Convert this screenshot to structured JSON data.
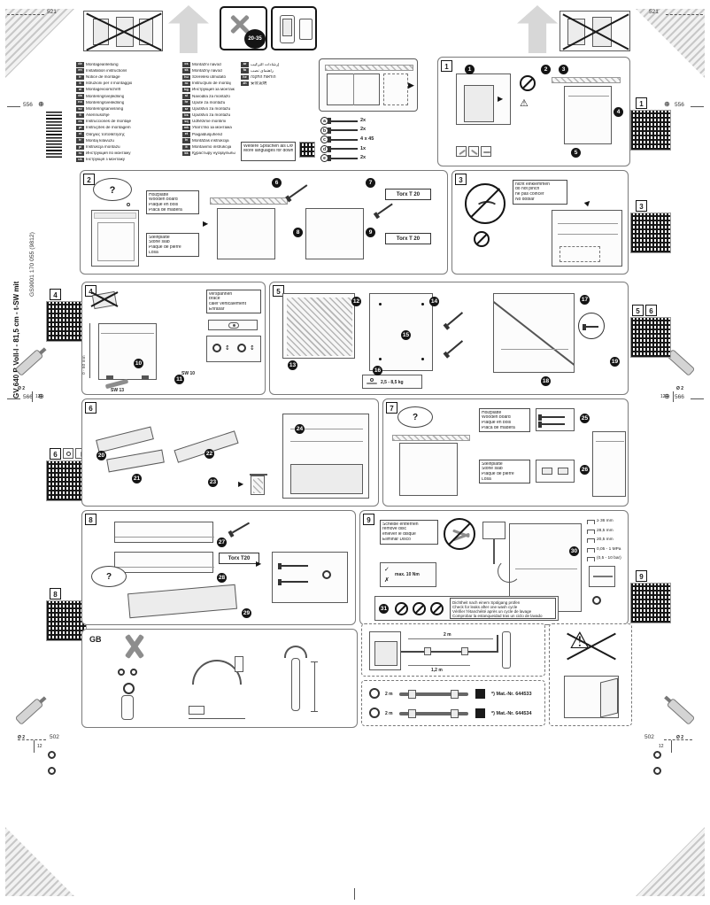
{
  "palette": {
    "ink": "#1a1a1a",
    "paper": "#ffffff",
    "grey": "#888888"
  },
  "icons": {
    "question": "?",
    "arrow": "▶",
    "warning": "⚠",
    "target": "⊕",
    "check": "✓",
    "cross": "✗",
    "updown": "↕"
  },
  "page": {
    "model_text": "GV 640 B Voll-I - 81,5 cm - t-SW mit",
    "print_code": "GS9001 170 055 (9812)"
  },
  "marks": {
    "m521": "521",
    "m556": "556",
    "m566": "566",
    "m502": "502",
    "drill_dia": "Ø 2",
    "drill_depth": "12"
  },
  "intro": {
    "time_badge": "20-35",
    "languages_col1": [
      {
        "code": "de",
        "title": "Montageanleitung"
      },
      {
        "code": "en",
        "title": "Installation instructions"
      },
      {
        "code": "fr",
        "title": "Notice de montage"
      },
      {
        "code": "it",
        "title": "Istruzioni per il montaggio"
      },
      {
        "code": "nl",
        "title": "Montagevoorschrift"
      },
      {
        "code": "da",
        "title": "Monteringsvejledning"
      },
      {
        "code": "no",
        "title": "Monteringsveiledning"
      },
      {
        "code": "sv",
        "title": "Monteringsanvisning"
      },
      {
        "code": "fi",
        "title": "Asennusohje"
      },
      {
        "code": "es",
        "title": "Instrucciones de montaje"
      },
      {
        "code": "pt",
        "title": "Instruções de montagem"
      },
      {
        "code": "el",
        "title": "Οδηγίες τοποθέτησης"
      },
      {
        "code": "tr",
        "title": "Montaj kılavuzu"
      },
      {
        "code": "pl",
        "title": "Instrukcja montażu"
      },
      {
        "code": "ru",
        "title": "Инструкция по монтажу"
      },
      {
        "code": "uk",
        "title": "Інструкція з монтажу"
      }
    ],
    "languages_col2": [
      {
        "code": "cs",
        "title": "Montážní návod"
      },
      {
        "code": "sk",
        "title": "Montážny návod"
      },
      {
        "code": "hu",
        "title": "Szerelési útmutató"
      },
      {
        "code": "ro",
        "title": "Instrucţiuni de montaj"
      },
      {
        "code": "bg",
        "title": "Инструкция за монтаж"
      },
      {
        "code": "sl",
        "title": "Navodila za montažo"
      },
      {
        "code": "hr",
        "title": "Upute za montažu"
      },
      {
        "code": "sr",
        "title": "Uputstvo za montažu"
      },
      {
        "code": "bs",
        "title": "Uputstvo za montažu"
      },
      {
        "code": "sq",
        "title": "Udhëzime montimi"
      },
      {
        "code": "mk",
        "title": "Упатство за монтажа"
      },
      {
        "code": "et",
        "title": "Paigaldusjuhend"
      },
      {
        "code": "lv",
        "title": "Montāžas instrukcija"
      },
      {
        "code": "lt",
        "title": "Montavimo instrukcija"
      },
      {
        "code": "kk",
        "title": "Құрастыру нұсқаулығы"
      }
    ],
    "languages_col3": [
      {
        "code": "ar",
        "title": "إرشادات التركيب"
      },
      {
        "code": "fa",
        "title": "راهنمای نصب"
      },
      {
        "code": "he",
        "title": "הוראות התקנה"
      },
      {
        "code": "zh",
        "title": "安装说明"
      }
    ],
    "download_note": [
      "Weitere Sprachen als Download",
      "More languages for download"
    ]
  },
  "step1": {
    "number": "1",
    "parts": [
      {
        "id": "a",
        "qty": "2x"
      },
      {
        "id": "b",
        "qty": "2x"
      },
      {
        "id": "c",
        "qty": "4 x 45"
      },
      {
        "id": "d",
        "qty": "1x"
      },
      {
        "id": "e",
        "qty": "2x"
      }
    ],
    "callouts": [
      "1",
      "2",
      "3",
      "4",
      "5"
    ]
  },
  "step2": {
    "number": "2",
    "wood": [
      "Holzplatte",
      "Wooden board",
      "Plaque en bois",
      "Placa de madera"
    ],
    "stone": [
      "Steinplatte",
      "Stone slab",
      "Plaque de pierre",
      "Losa"
    ],
    "torx_top": "Torx T 20",
    "torx_bottom": "Torx T 20",
    "callouts": [
      "6",
      "7",
      "8",
      "9"
    ]
  },
  "step3": {
    "number": "3",
    "pinch": [
      "nicht einklemmen",
      "do not pinch",
      "ne pas coincer",
      "No doblar"
    ]
  },
  "step4": {
    "number": "4",
    "brace": [
      "verspannen",
      "brace",
      "caler verticalement",
      "Enrasar"
    ],
    "sw13": "SW 13",
    "sw10": "SW 10",
    "height_range": "0 - 60 mm",
    "callouts": [
      "10",
      "11"
    ]
  },
  "step5": {
    "number": "5",
    "weight": "2,5 - 8,5 kg",
    "callouts": [
      "12",
      "13",
      "14",
      "15",
      "16",
      "17",
      "18",
      "19"
    ]
  },
  "step6": {
    "number": "6",
    "callouts": [
      "20",
      "21",
      "22",
      "23",
      "24"
    ]
  },
  "step7": {
    "number": "7",
    "wood": [
      "Holzplatte",
      "Wooden board",
      "Plaque en bois",
      "Placa de madera"
    ],
    "stone": [
      "Steinplatte",
      "Stone slab",
      "Plaque de pierre",
      "Losa"
    ],
    "callouts": [
      "25",
      "26"
    ]
  },
  "step8": {
    "number": "8",
    "torx": "Torx T20",
    "callouts": [
      "27",
      "28",
      "29"
    ]
  },
  "step9": {
    "number": "9",
    "disc": [
      "Scheibe entfernen",
      "remove disc",
      "enlever le disque",
      "Eliminar Disco"
    ],
    "torque": "max. 10 Nm",
    "leak": [
      "Dichtheit nach einem Spülgang prüfen",
      "Check for leaks after one wash cycle",
      "Vérifier l'étanchéité après un cycle de lavage",
      "Comprobar la estanqueidad tras un ciclo de lavado"
    ],
    "measurements": [
      "≥ 36 mm",
      "28,5 mm",
      "20,5 mm",
      "0,05 - 1 MPa",
      "(0,5 - 10 bar)"
    ],
    "callouts": [
      "30",
      "31"
    ]
  },
  "plumbing": {
    "region": "GB",
    "dim_top": "2 m",
    "dim_bottom": "1,2 m",
    "extensions": [
      {
        "length": "2 m",
        "part": "*) Mat.-Nr. 644533"
      },
      {
        "length": "2 m",
        "part": "*) Mat.-Nr. 644534"
      }
    ]
  },
  "qr": {
    "q1": "1",
    "q3": "3",
    "q4": "4",
    "q5": "5",
    "q6": "6",
    "q6l": "6",
    "q8": "8",
    "q9": "9"
  }
}
